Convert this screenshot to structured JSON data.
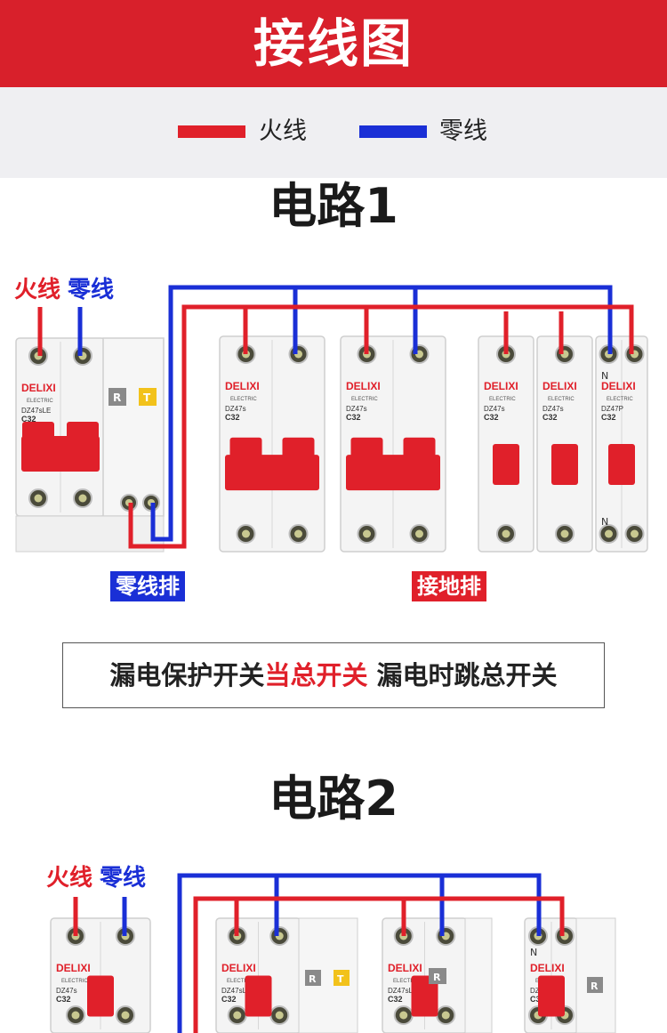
{
  "header": {
    "title": "接线图"
  },
  "legend": [
    {
      "label": "火线",
      "color": "#e0202a"
    },
    {
      "label": "零线",
      "color": "#1a2fd6"
    }
  ],
  "circuit1": {
    "title": "电路1",
    "live_label": "火线",
    "neutral_label": "零线",
    "neutral_bar_label": "零线排",
    "ground_bar_label": "接地排",
    "note": {
      "part1": "漏电保护开关",
      "part2": "当总开关",
      "part3": " 漏电时跳总开关"
    },
    "breakers": [
      {
        "brand": "DELIXI",
        "sub": "ELECTRIC",
        "model": "DZ47sLE",
        "rating": "C32",
        "test_btn": "T",
        "reset_btn": "R"
      },
      {
        "brand": "DELIXI",
        "sub": "ELECTRIC",
        "model": "DZ47s",
        "rating": "C32"
      },
      {
        "brand": "DELIXI",
        "sub": "ELECTRIC",
        "model": "DZ47s",
        "rating": "C32"
      },
      {
        "brand": "DELIXI",
        "sub": "ELECTRIC",
        "model": "DZ47s",
        "rating": "C32"
      },
      {
        "brand": "DELIXI",
        "sub": "ELECTRIC",
        "model": "DZ47s",
        "rating": "C32"
      },
      {
        "brand": "DELIXI",
        "sub": "ELECTRIC",
        "model": "DZ47P",
        "rating": "C32",
        "neutral_mark": "N"
      }
    ]
  },
  "circuit2": {
    "title": "电路2",
    "live_label": "火线",
    "neutral_label": "零线",
    "breakers": [
      {
        "brand": "DELIXI",
        "sub": "ELECTRIC",
        "model": "DZ47s",
        "rating": "C32"
      },
      {
        "brand": "DELIXI",
        "sub": "ELECTRIC",
        "model": "DZ47sLE",
        "rating": "C32",
        "test_btn": "T",
        "reset_btn": "R"
      },
      {
        "brand": "DELIXI",
        "sub": "ELECTRIC",
        "model": "DZ47sLE",
        "rating": "C32",
        "reset_btn": "R"
      },
      {
        "brand": "DELIXI",
        "sub": "ELECTRIC",
        "model": "DZ47PLE",
        "rating": "C32",
        "neutral_mark": "N",
        "reset_btn": "R"
      }
    ]
  },
  "colors": {
    "live": "#e0202a",
    "neutral": "#1a2fd6",
    "banner": "#d8202b"
  }
}
